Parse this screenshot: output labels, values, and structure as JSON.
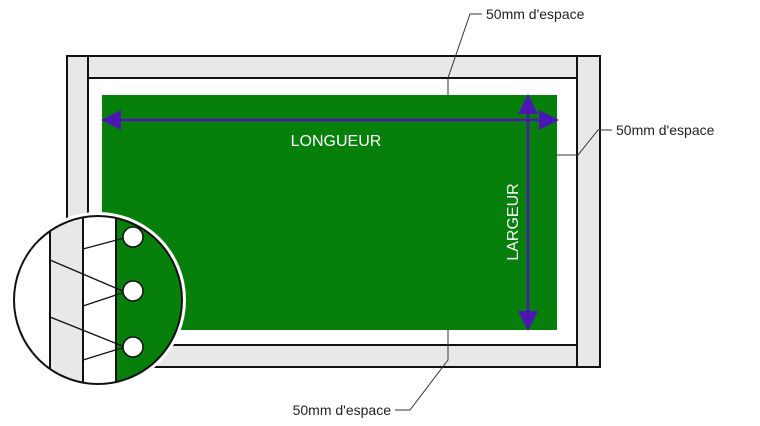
{
  "labels": {
    "length": "LONGUEUR",
    "width": "LARGEUR",
    "gap_top": "50mm d'espace",
    "gap_right": "50mm d'espace",
    "gap_bottom": "50mm d'espace"
  },
  "colors": {
    "turf": "#07800b",
    "arrow": "#4b16b4",
    "frame": "#e8e8e8",
    "stroke": "#111111"
  }
}
